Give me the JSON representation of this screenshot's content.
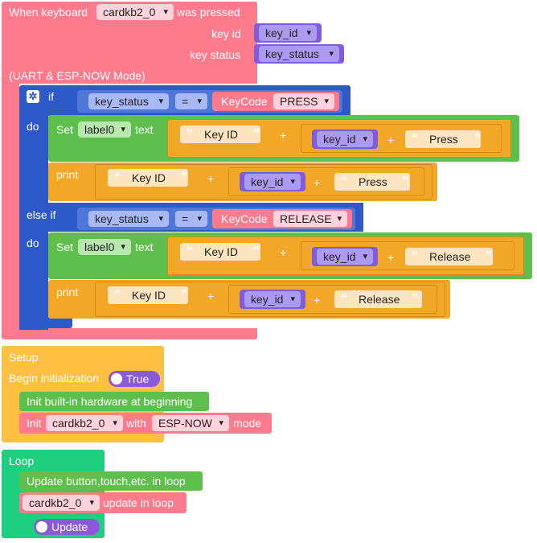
{
  "event_block": {
    "prefix": "When keyboard",
    "device": "cardkb2_0",
    "suffix": "was pressed",
    "param1_label": "key id",
    "param1_var": "key_id",
    "param2_label": "key status",
    "param2_var": "key_status",
    "mode_label": "(UART & ESP-NOW Mode)"
  },
  "if_block": {
    "if_label": "if",
    "else_if_label": "else if",
    "do_label": "do",
    "cond1_var": "key_status",
    "cond1_op": "=",
    "cond1_keycode_label": "KeyCode",
    "cond1_keycode_value": "PRESS",
    "cond2_var": "key_status",
    "cond2_op": "=",
    "cond2_keycode_label": "KeyCode",
    "cond2_keycode_value": "RELEASE"
  },
  "set_press": {
    "set_label": "Set",
    "target": "label0",
    "text_label": "text",
    "str1": "Key ID",
    "plus": "+",
    "var": "key_id",
    "str2": "Press"
  },
  "print_press": {
    "print_label": "print",
    "str1": "Key ID",
    "plus": "+",
    "var": "key_id",
    "str2": "Press"
  },
  "set_release": {
    "set_label": "Set",
    "target": "label0",
    "text_label": "text",
    "str1": "Key ID",
    "plus": "+",
    "var": "key_id",
    "str2": "Release"
  },
  "print_release": {
    "print_label": "print",
    "str1": "Key ID",
    "plus": "+",
    "var": "key_id",
    "str2": "Release"
  },
  "setup_block": {
    "title": "Setup",
    "begin_label": "Begin initialization",
    "begin_toggle": "True",
    "init_hw": "Init built-in hardware at beginning",
    "init_label": "Init",
    "init_device": "cardkb2_0",
    "with_label": "with",
    "mode": "ESP-NOW",
    "mode_label": "mode"
  },
  "loop_block": {
    "title": "Loop",
    "update_all": "Update button,touch,etc. in loop",
    "device": "cardkb2_0",
    "device_update_label": "update in loop",
    "update_toggle": "Update"
  },
  "colors": {
    "event": "#fd7b8c",
    "control": "#2d59c8",
    "ui": "#5ebf4c",
    "text": "#f3a726",
    "setup": "#fec042",
    "loop": "#1fcf80",
    "variable": "#7e5cdb"
  }
}
